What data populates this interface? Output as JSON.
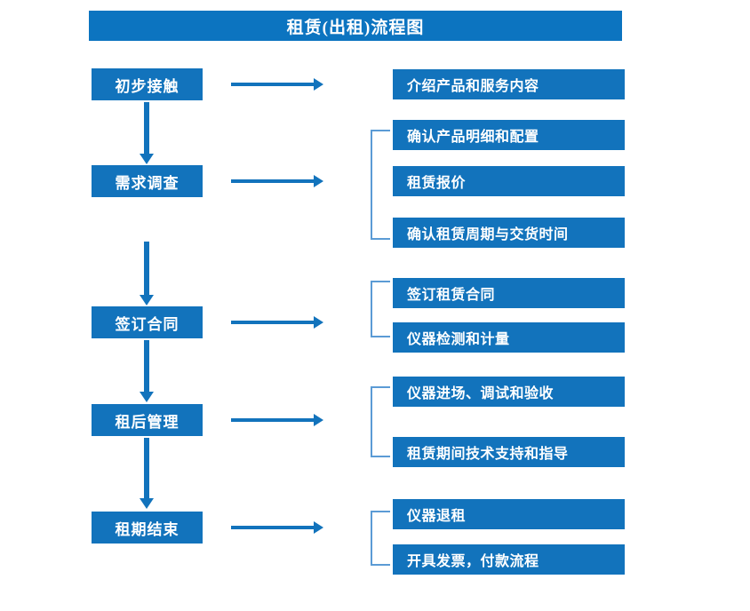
{
  "title": "租赁(出租)流程图",
  "colors": {
    "title_bar": "#0c74c0",
    "box_fill": "#1273bc",
    "box_text": "#ffffff",
    "arrow": "#1273bc",
    "bracket": "#5b9bd5",
    "background": "#ffffff"
  },
  "flow": {
    "stages": [
      {
        "label": "初步接触"
      },
      {
        "label": "需求调查"
      },
      {
        "label": "签订合同"
      },
      {
        "label": "租后管理"
      },
      {
        "label": "租期结束"
      }
    ],
    "detail_groups": [
      {
        "stage": "初步接触",
        "has_bracket": false,
        "items": [
          {
            "label": "介绍产品和服务内容"
          }
        ]
      },
      {
        "stage": "需求调查",
        "has_bracket": true,
        "items": [
          {
            "label": "确认产品明细和配置"
          },
          {
            "label": "租赁报价"
          },
          {
            "label": "确认租赁周期与交货时间"
          }
        ]
      },
      {
        "stage": "签订合同",
        "has_bracket": true,
        "items": [
          {
            "label": "签订租赁合同"
          },
          {
            "label": "仪器检测和计量"
          }
        ]
      },
      {
        "stage": "租后管理",
        "has_bracket": true,
        "items": [
          {
            "label": "仪器进场、调试和验收"
          },
          {
            "label": "租赁期间技术支持和指导"
          }
        ]
      },
      {
        "stage": "租期结束",
        "has_bracket": true,
        "items": [
          {
            "label": "仪器退租"
          },
          {
            "label": "开具发票，付款流程"
          }
        ]
      }
    ]
  }
}
